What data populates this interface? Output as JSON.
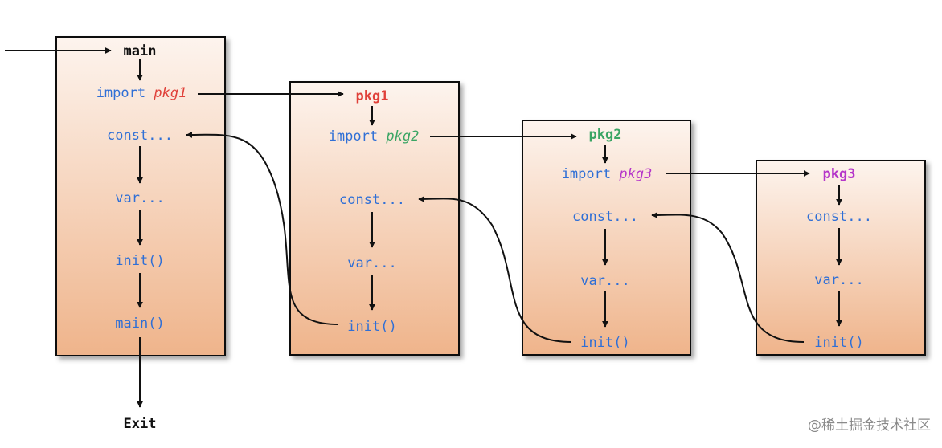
{
  "colors": {
    "code": "#2f6fd6",
    "pkg1": "#e0413a",
    "pkg2": "#3aa564",
    "pkg3": "#b535c9",
    "box_top": "#fdf4ee",
    "box_bottom": "#efb48b"
  },
  "main_box": {
    "title": "main",
    "import_kw": "import",
    "import_pkg": "pkg1",
    "const": "const...",
    "var": "var...",
    "init": "init()",
    "main_call": "main()"
  },
  "pkg1_box": {
    "title": "pkg1",
    "import_kw": "import",
    "import_pkg": "pkg2",
    "const": "const...",
    "var": "var...",
    "init": "init()"
  },
  "pkg2_box": {
    "title": "pkg2",
    "import_kw": "import",
    "import_pkg": "pkg3",
    "const": "const...",
    "var": "var...",
    "init": "init()"
  },
  "pkg3_box": {
    "title": "pkg3",
    "const": "const...",
    "var": "var...",
    "init": "init()"
  },
  "exit_label": "Exit",
  "watermark": "@稀土掘金技术社区"
}
